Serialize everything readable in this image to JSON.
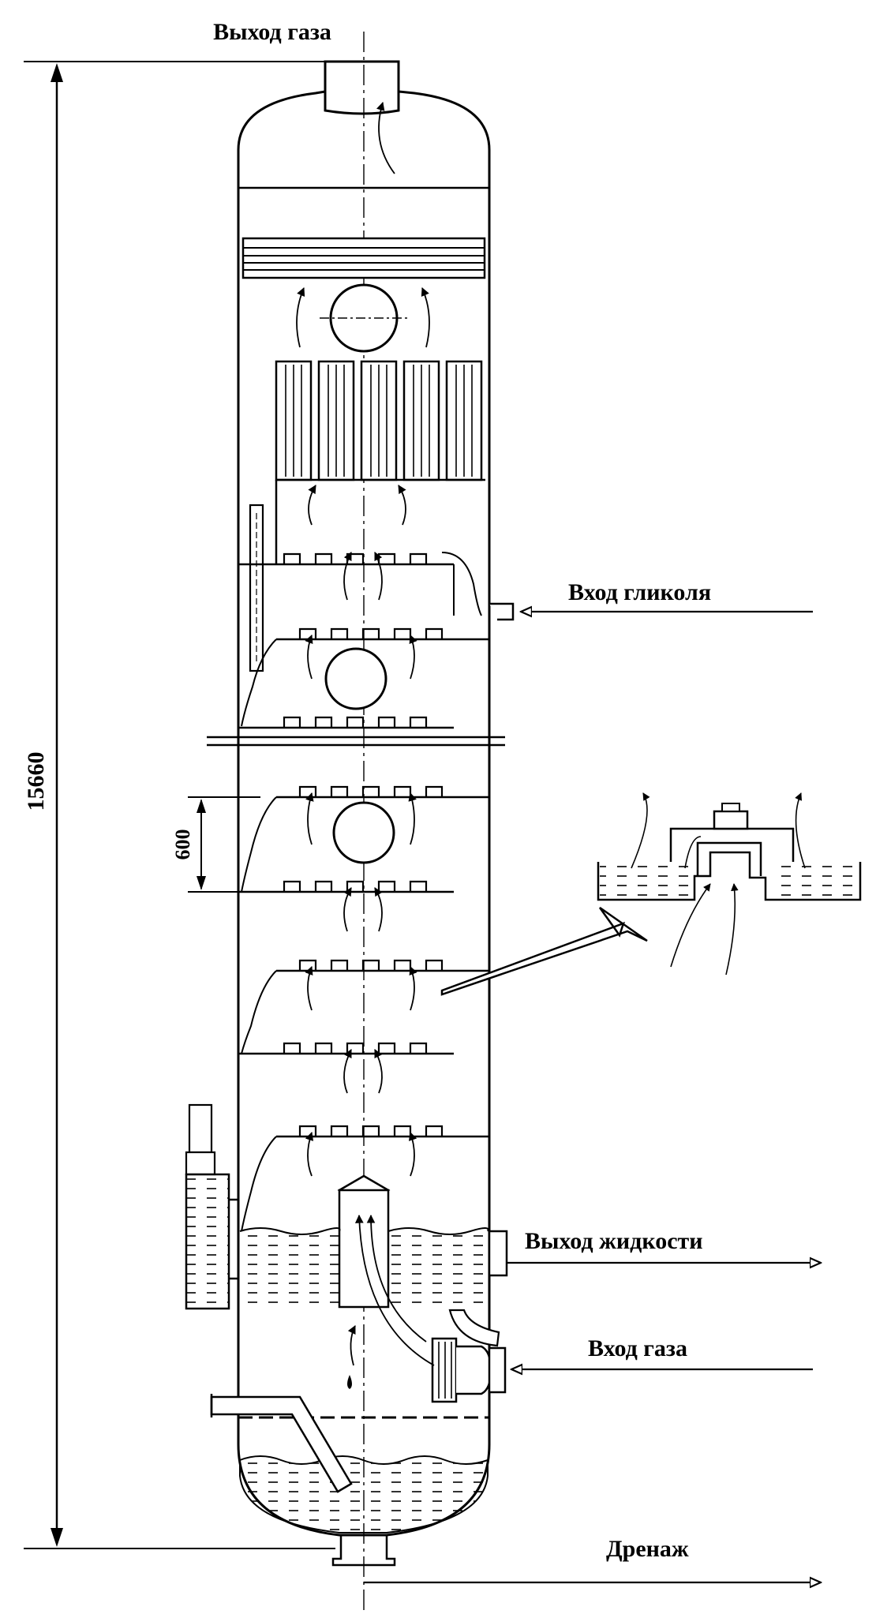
{
  "labels": {
    "gas_outlet": "Выход газа",
    "glycol_inlet": "Вход гликоля",
    "liquid_outlet": "Выход жидкости",
    "gas_inlet": "Вход газа",
    "drain": "Дренаж",
    "total_height": "15660",
    "tray_spacing": "600"
  },
  "colors": {
    "line": "#000000",
    "background": "#ffffff"
  }
}
